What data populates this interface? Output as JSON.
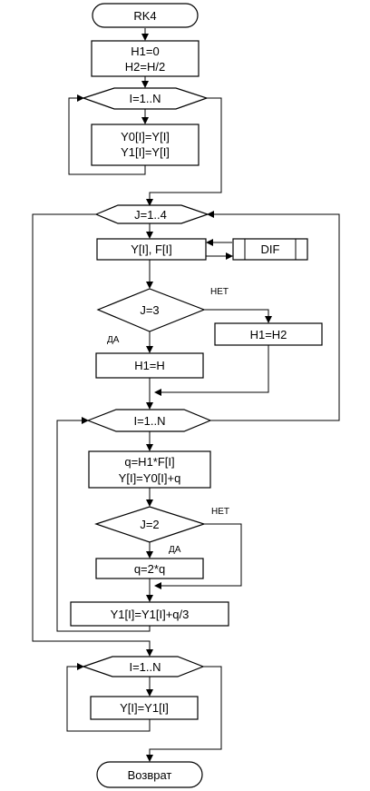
{
  "flowchart": {
    "start_label": "RK4",
    "init_h1": "H1=0",
    "init_h2": "H2=H/2",
    "loop1_label": "I=1..N",
    "copy_y0": "Y0[I]=Y[I]",
    "copy_y1": "Y1[I]=Y[I]",
    "loopj_label": "J=1..4",
    "call_label": "Y[I], F[I]",
    "dif_label": "DIF",
    "cond1_label": "J=3",
    "cond1_no": "НЕТ",
    "cond1_yes": "ДА",
    "assign_h2": "H1=H2",
    "assign_h": "H1=H",
    "loop2_label": "I=1..N",
    "calc_q": "q=H1*F[I]",
    "calc_y": "Y[I]=Y0[I]+q",
    "cond2_label": "J=2",
    "cond2_no": "НЕТ",
    "cond2_yes": "ДА",
    "double_q": "q=2*q",
    "accum_y1": "Y1[I]=Y1[I]+q/3",
    "loop3_label": "I=1..N",
    "final_y": "Y[I]=Y1[I]",
    "end_label": "Возврат"
  }
}
